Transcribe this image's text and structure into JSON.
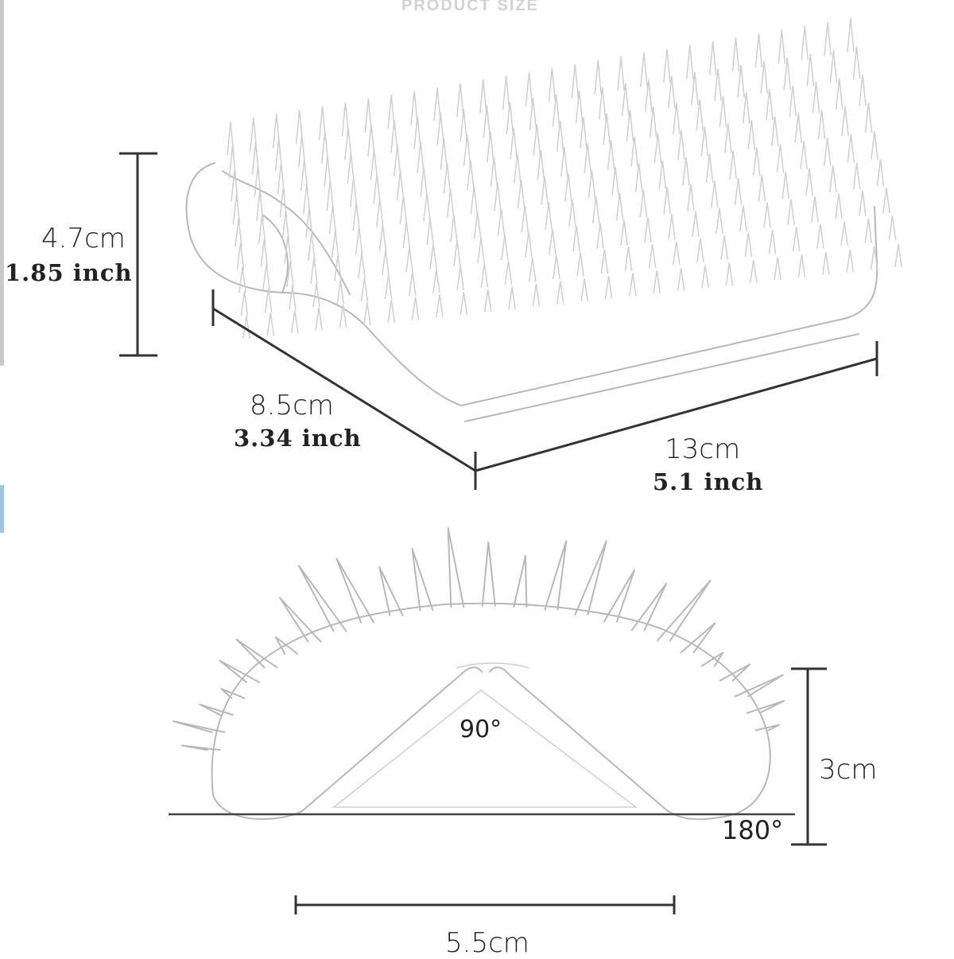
{
  "header": {
    "title": "PRODUCT SIZE"
  },
  "top_view": {
    "height_cm": "4.7cm",
    "height_inch": "1.85  inch",
    "depth_cm": "8.5cm",
    "depth_inch": "3.34  inch",
    "width_cm": "13cm",
    "width_inch": "5.1  inch"
  },
  "side_view": {
    "angle_top": "90°",
    "height_cm": "3cm",
    "angle_base": "180°",
    "base_width_cm": "5.5cm"
  },
  "colors": {
    "sketch_line": "#b8b8b8",
    "dimension_line": "#333333",
    "text": "#222222",
    "header": "#d2d2d2",
    "left_edge_accent": "#9ec7df"
  }
}
